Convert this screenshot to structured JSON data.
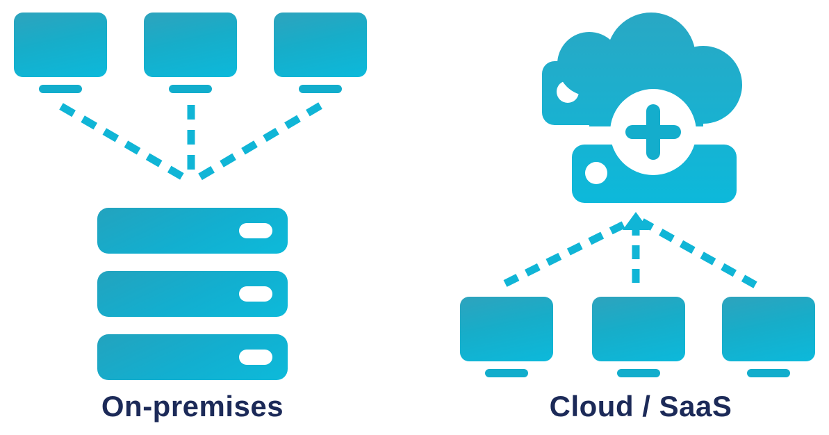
{
  "title": "On-premises vs Cloud / SaaS diagram",
  "left_group": {
    "label": "On-premises",
    "workstation_count": 3,
    "server_rack_units": 3,
    "icons": [
      "monitor-icon",
      "monitor-icon",
      "monitor-icon",
      "server-rack-icon"
    ],
    "connection_style": "dashed fan-in, three lines converging downward to server"
  },
  "right_group": {
    "label": "Cloud / SaaS",
    "workstation_count": 3,
    "icons": [
      "cloud-add-server-icon",
      "monitor-icon",
      "monitor-icon",
      "monitor-icon"
    ],
    "connection_style": "dashed fan-up, three lines converging upward with arrowhead to cloud"
  },
  "colors": {
    "teal_top": "#2AA4BF",
    "teal_bottom": "#0CB9DB",
    "dash": "#10B5D6",
    "stand": "#12ADCC",
    "label_navy": "#1C2A58",
    "background": "#FFFFFF"
  }
}
